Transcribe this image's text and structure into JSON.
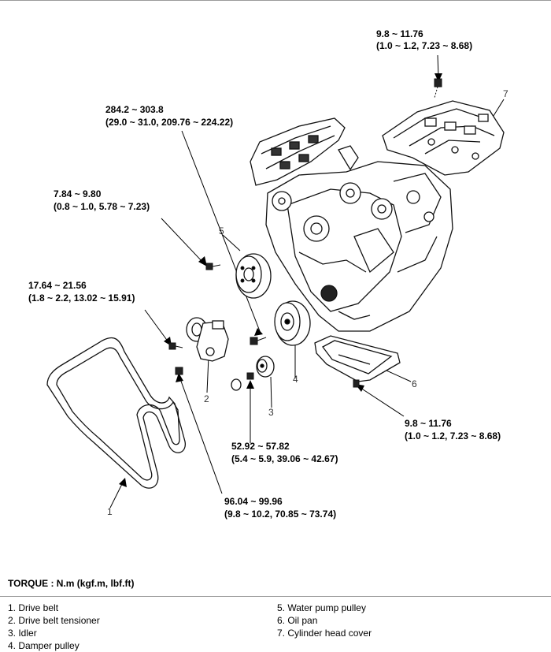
{
  "torque_labels": {
    "head_cover": [
      "9.8 ~ 11.76",
      "(1.0 ~ 1.2, 7.23 ~ 8.68)"
    ],
    "damper": [
      "284.2 ~ 303.8",
      "(29.0 ~ 31.0, 209.76 ~ 224.22)"
    ],
    "water_pump": [
      "7.84 ~ 9.80",
      "(0.8 ~ 1.0, 5.78 ~ 7.23)"
    ],
    "tensioner_bolt": [
      "17.64 ~ 21.56",
      "(1.8 ~ 2.2, 13.02 ~ 15.91)"
    ],
    "oil_pan": [
      "9.8 ~ 11.76",
      "(1.0 ~ 1.2, 7.23 ~ 8.68)"
    ],
    "idler": [
      "52.92 ~ 57.82",
      "(5.4 ~ 5.9, 39.06 ~ 42.67)"
    ],
    "tensioner_pivot": [
      "96.04 ~ 99.96",
      "(9.8 ~ 10.2, 70.85 ~ 73.74)"
    ]
  },
  "part_numbers": [
    "1",
    "2",
    "3",
    "4",
    "5",
    "6",
    "7"
  ],
  "torque_heading": "TORQUE : N.m (kgf.m, lbf.ft)",
  "legend_left": [
    "1. Drive belt",
    "2. Drive belt tensioner",
    "3. Idler",
    "4. Damper pulley"
  ],
  "legend_right": [
    "5. Water pump pulley",
    "6. Oil pan",
    "7. Cylinder head cover"
  ]
}
